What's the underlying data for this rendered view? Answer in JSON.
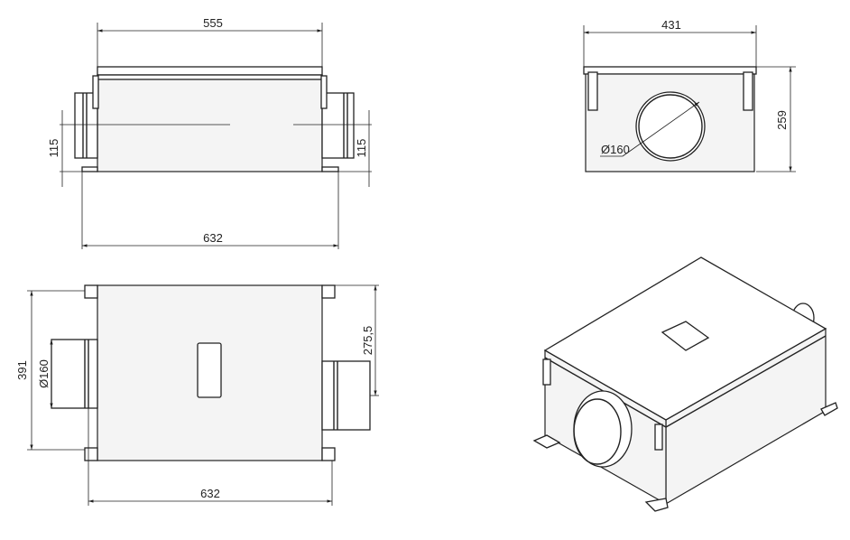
{
  "drawing": {
    "front_view": {
      "width_top": "555",
      "width_base": "632",
      "spigot_height_left": "115",
      "spigot_height_right": "115"
    },
    "side_view": {
      "width": "431",
      "height": "259",
      "spigot_diameter": "Ø160"
    },
    "top_view": {
      "depth": "391",
      "spigot_diameter": "Ø160",
      "spigot_offset": "275,5",
      "length": "632"
    },
    "iso_view": {}
  }
}
